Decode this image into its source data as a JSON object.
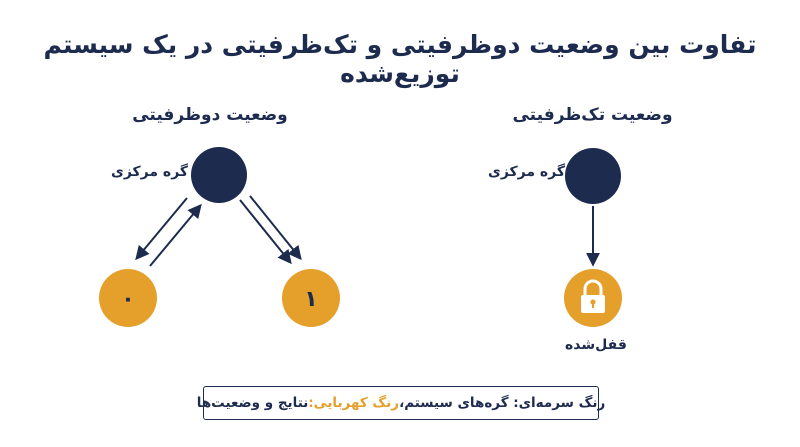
{
  "title": "تفاوت بین وضعیت دوظرفیتی و تک‌ظرفیتی در یک سیستم توزیع‌شده",
  "left_diagram": {
    "heading": "وضعیت دوظرفیتی",
    "central_label": "گره مرکزی",
    "nodes": [
      "۰",
      "۱"
    ]
  },
  "right_diagram": {
    "heading": "وضعیت تک‌ظرفیتی",
    "central_label": "گره مرکزی",
    "locked_label": "قفل‌شده"
  },
  "legend": {
    "navy_part": "رنگ سرمه‌ای: گره‌های سیستم، ",
    "amber_part": "رنگ کهربایی:",
    "rest": " نتایج و وضعیت‌ها"
  },
  "colors": {
    "navy": "#1d2b4f",
    "amber": "#e5a02c"
  },
  "icons": [
    "lock-icon"
  ]
}
